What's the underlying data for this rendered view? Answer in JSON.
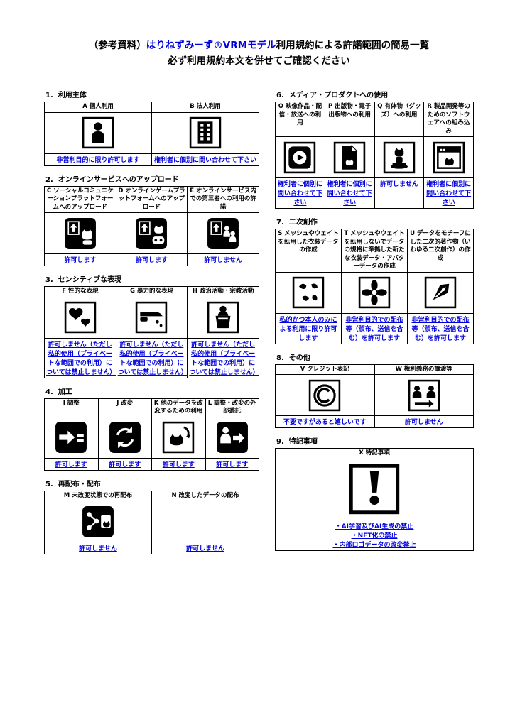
{
  "page": {
    "title_prefix": "（参考資料）",
    "title_brand": "はりねずみーず®VRMモデル",
    "title_suffix": "利用規約による許諾範囲の簡易一覧",
    "subtitle": "必ず利用規約本文を併せてご確認ください"
  },
  "colors": {
    "link_blue": "#0000dd",
    "border": "#000000",
    "background": "#ffffff"
  },
  "sections": [
    {
      "number": "1.",
      "heading": "利用主体",
      "column": "left",
      "items": [
        {
          "label": "A 個人利用",
          "icon": "person-icon",
          "result": "非営利目的に限り許可します"
        },
        {
          "label": "B 法人利用",
          "icon": "building-icon",
          "result": "権利者に個別に問い合わせて下さい"
        }
      ]
    },
    {
      "number": "2.",
      "heading": "オンラインサービスへのアップロード",
      "column": "left",
      "items": [
        {
          "label": "C ソーシャルコミュニケーションプラットフォームへのアップロード",
          "icon": "upload-social-icon",
          "result": "許可します"
        },
        {
          "label": "D オンラインゲームプラットフォームへのアップロード",
          "icon": "upload-game-icon",
          "result": "許可します"
        },
        {
          "label": "E オンラインサービス内での第三者への利用の許諾",
          "icon": "upload-license-icon",
          "result": "許可しません"
        }
      ]
    },
    {
      "number": "3.",
      "heading": "センシティブな表現",
      "column": "left",
      "items": [
        {
          "label": "F 性的な表現",
          "icon": "hearts-icon",
          "result": "許可しません（ただし私的使用（プライベートな範囲での利用）については禁止しません）"
        },
        {
          "label": "G 暴力的な表現",
          "icon": "knife-icon",
          "result": "許可しません（ただし私的使用（プライベートな範囲での利用）については禁止しません）"
        },
        {
          "label": "H 政治活動・宗教活動",
          "icon": "podium-icon",
          "result": "許可しません（ただし私的使用（プライベートな範囲での利用）については禁止しません）"
        }
      ]
    },
    {
      "number": "4.",
      "heading": "加工",
      "column": "left",
      "items": [
        {
          "label": "I 調整",
          "icon": "adjust-icon",
          "result": "許可します"
        },
        {
          "label": "J 改変",
          "icon": "modify-icon",
          "result": "許可します"
        },
        {
          "label": "K 他のデータを改変するための利用",
          "icon": "modify-other-data-icon",
          "result": "許可します"
        },
        {
          "label": "L 調整・改変の外部委託",
          "icon": "outsource-icon",
          "result": "許可します"
        }
      ]
    },
    {
      "number": "5.",
      "heading": "再配布・配布",
      "column": "left",
      "items": [
        {
          "label": "M 未改変状態での再配布",
          "icon": "redistribute-icon",
          "result": "許可しません"
        },
        {
          "label": "N 改変したデータの配布",
          "icon": null,
          "result": "許可しません"
        }
      ]
    },
    {
      "number": "6.",
      "heading": "メディア・プロダクトへの使用",
      "column": "right",
      "items": [
        {
          "label": "O 映像作品・配信・放送への利用",
          "icon": "video-icon",
          "result": "権利者に個別に問い合わせて下さい"
        },
        {
          "label": "P 出版物・電子出版物への利用",
          "icon": "publication-icon",
          "result": "権利者に個別に問い合わせて下さい"
        },
        {
          "label": "Q 有体物（グッズ）への利用",
          "icon": "goods-icon",
          "result": "許可しません"
        },
        {
          "label": "R 製品開発等のためのソフトウェアへの組み込み",
          "icon": "software-icon",
          "result": "権利者に個別に問い合わせて下さい"
        }
      ]
    },
    {
      "number": "7.",
      "heading": "二次創作",
      "column": "right",
      "items": [
        {
          "label": "S メッシュやウェイトを転用した衣装データの作成",
          "icon": "costume-reuse-icon",
          "result": "私的かつ本人のみによる利用に限り許可します"
        },
        {
          "label": "T メッシュやウェイトを転用しないでデータの規格に準拠した新たな衣装データ・アバターデータの作成",
          "icon": "costume-new-icon",
          "result": "非営利目的での配布等（頒布、送信を含む）を許可します"
        },
        {
          "label": "U データをモチーフにした二次的著作物（いわゆる二次創作）の作成",
          "icon": "derivative-pen-icon",
          "result": "非営利目的での配布等（頒布、送信を含む）を許可します"
        }
      ]
    },
    {
      "number": "8.",
      "heading": "その他",
      "column": "right",
      "items": [
        {
          "label": "V クレジット表記",
          "icon": "copyright-icon",
          "result": "不要ですがあると嬉しいです"
        },
        {
          "label": "W 権利義務の譲渡等",
          "icon": "transfer-icon",
          "result": "許可しません"
        }
      ]
    },
    {
      "number": "9.",
      "heading": "特記事項",
      "column": "right",
      "items": [
        {
          "label": "X 特記事項",
          "icon": "exclamation-icon",
          "result_lines": [
            "・AI学習及びAI生成の禁止",
            "・NFT化の禁止",
            "・内部ロゴデータの改変禁止"
          ]
        }
      ]
    }
  ]
}
